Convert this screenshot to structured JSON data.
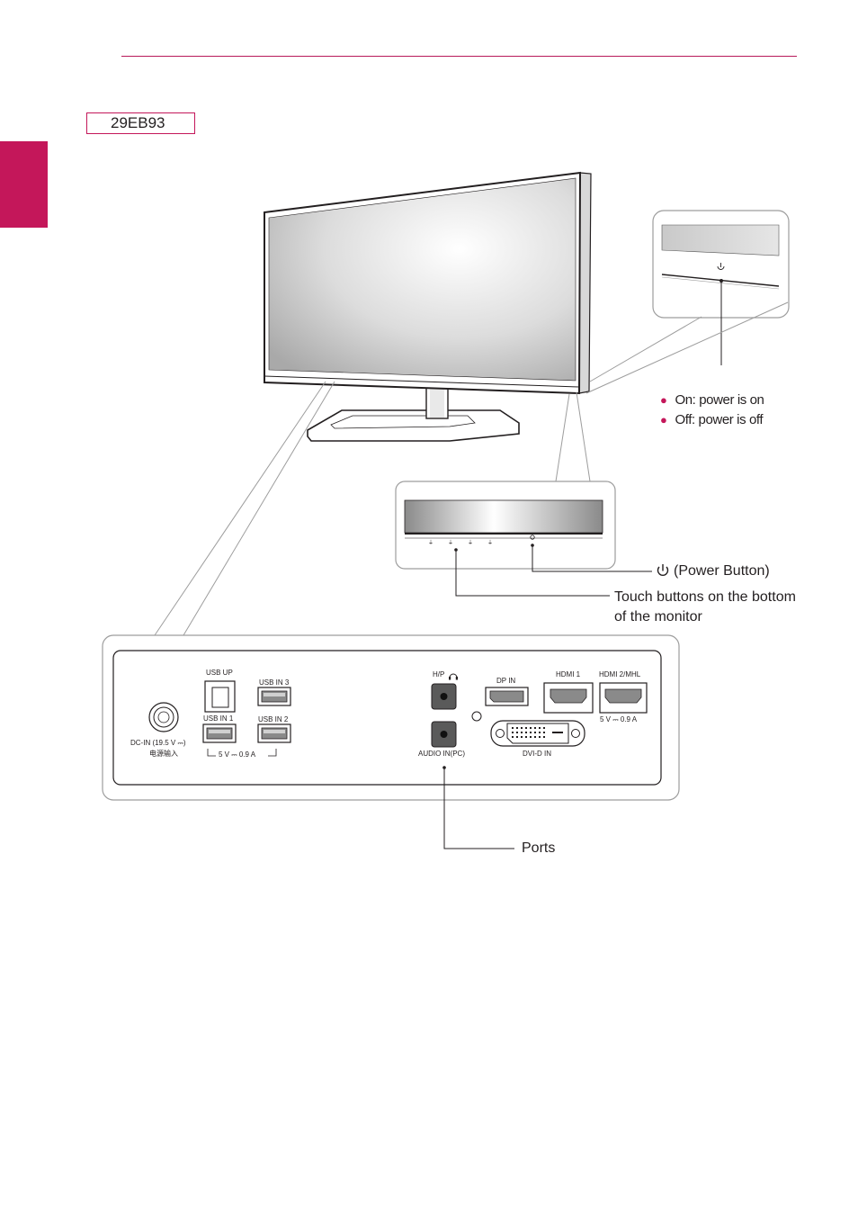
{
  "page": {
    "model": "29EB93",
    "accent_color": "#c4175a"
  },
  "power_led": {
    "states": [
      "On: power is on",
      "Off: power is off"
    ]
  },
  "callouts": {
    "power_button": "(Power Button)",
    "power_icon": "power-icon",
    "touch_buttons_line1": "Touch buttons on the bottom",
    "touch_buttons_line2": "of the monitor",
    "ports": "Ports"
  },
  "ports": {
    "usb_up": "USB UP",
    "usb_in_1": "USB IN 1",
    "usb_in_2": "USB IN 2",
    "usb_in_3": "USB IN 3",
    "usb_power": "5 V ⎓ 0.9 A",
    "dc_in": "DC-IN (19.5 V ⎓)",
    "dc_in_cn": "电源输入",
    "hp": "H/P",
    "audio_in": "AUDIO IN(PC)",
    "dp_in": "DP IN",
    "hdmi1": "HDMI 1",
    "hdmi2": "HDMI 2/MHL",
    "hdmi_power": "5 V ⎓ 0.9 A",
    "dvi": "DVI-D IN"
  }
}
